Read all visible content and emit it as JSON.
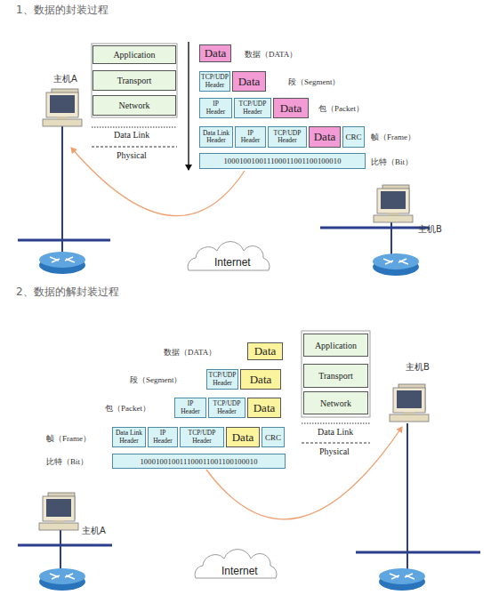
{
  "diagram": {
    "nodes": [
      {
        "text": [
          "Application"
        ]
      },
      {
        "text": [
          "Transport"
        ]
      },
      {
        "text": [
          "Network"
        ]
      },
      {
        "text": [
          "Data"
        ]
      },
      {
        "text": [
          "TCP/UDP Header"
        ]
      },
      {
        "text": [
          "Data"
        ]
      },
      {
        "text": [
          "IP Header"
        ]
      },
      {
        "text": [
          "TCP/UDP Header"
        ]
      },
      {
        "text": [
          "Data"
        ]
      },
      {
        "text": [
          "Data Link Header"
        ]
      },
      {
        "text": [
          "IP Header"
        ]
      },
      {
        "text": [
          "TCP/UDP Header"
        ]
      },
      {
        "text": [
          "Data"
        ]
      },
      {
        "text": [
          "CRC"
        ]
      },
      {
        "text": [
          "100010010011100011001100100010"
        ]
      },
      {
        "text": [
          "Data"
        ]
      },
      {
        "text": [
          "TCP/UDP Header"
        ]
      },
      {
        "text": [
          "Data"
        ]
      },
      {
        "text": [
          "IP Header"
        ]
      },
      {
        "text": [
          "TCP/UDP Header"
        ]
      },
      {
        "text": [
          "Data"
        ]
      },
      {
        "text": [
          "Data Link Header"
        ]
      },
      {
        "text": [
          "IP Header"
        ]
      },
      {
        "text": [
          "TCP/UDP Header"
        ]
      },
      {
        "text": [
          "Data"
        ]
      },
      {
        "text": [
          "CRC"
        ]
      },
      {
        "text": [
          "100010010011100011001100100010"
        ]
      },
      {
        "text": [
          "Application"
        ]
      },
      {
        "text": [
          "Transport"
        ]
      },
      {
        "text": [
          "Network"
        ]
      }
    ],
    "labels": [
      "1、数据的封装过程",
      "主机A",
      "Data Link",
      "Physical",
      "数据（DATA）",
      "段（Segment）",
      "包（Packet）",
      "帧（Frame）",
      "比特（Bit）",
      "Internet",
      "主机B",
      "2、数据的解封装过程",
      "数据（DATA）",
      "段（Segment）",
      "包（Packet）",
      "帧（Frame）",
      "比特（Bit）",
      "Data Link",
      "Physical",
      "主机B",
      "主机A",
      "Internet"
    ]
  }
}
